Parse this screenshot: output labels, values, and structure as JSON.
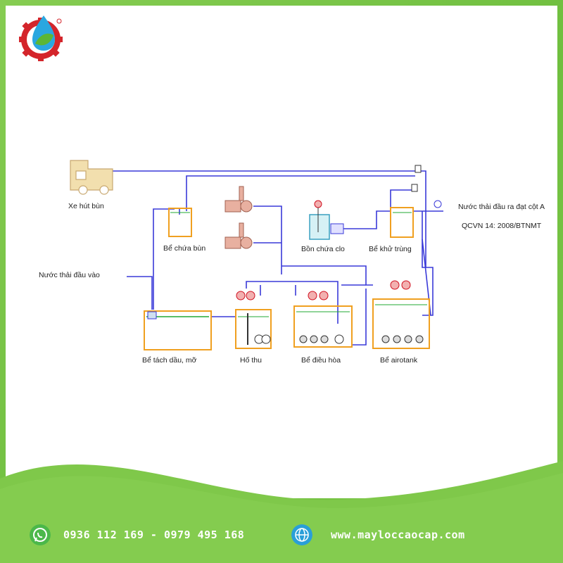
{
  "colors": {
    "accent_green": "#7fc84a",
    "pipe_blue": "#3a3ad8",
    "tank_orange": "#f0a020",
    "water_green": "#22aa33",
    "label_red": "#d01020",
    "truck_yellow": "#f2dfae"
  },
  "logo": {
    "icon": "water-drop-gear-logo"
  },
  "diagram": {
    "labels": {
      "truck": "Xe hút bùn",
      "sludge_tank": "Bể chứa bùn",
      "input": "Nước thải đầu vào",
      "chlorine_tank": "Bồn chứa clo",
      "disinfection_tank": "Bể khử trùng",
      "output": "Nước thải đầu ra đạt cột A",
      "standard": "QCVN 14: 2008/BTNMT",
      "oil_separator": "Bể tách dầu, mỡ",
      "collection_pit": "Hố thu",
      "equalization_tank": "Bể điều hòa",
      "aerotank": "Bể airotank"
    }
  },
  "footer": {
    "phone": "0936 112 169 - 0979 495 168",
    "website": "www.mayloccaocap.com",
    "phone_icon": "whatsapp-icon",
    "web_icon": "globe-icon"
  }
}
